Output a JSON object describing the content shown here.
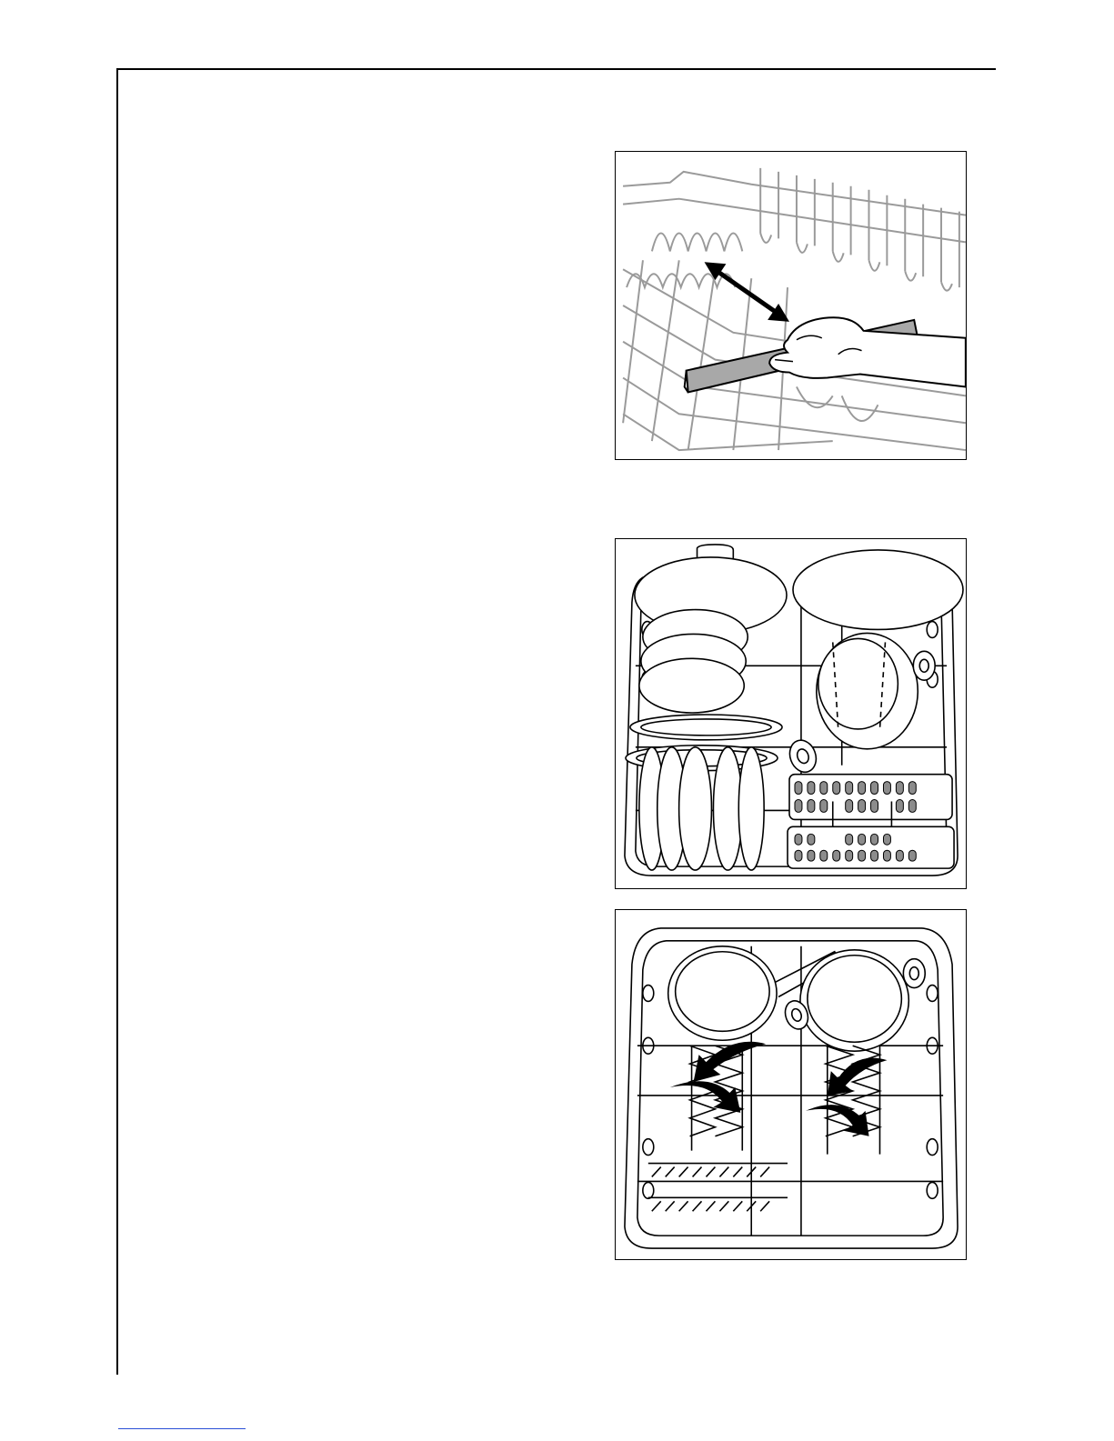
{
  "page": {
    "colors": {
      "line": "#000000",
      "rack_gray": "#9a9a9a",
      "handle_fill": "#a8a8a8",
      "cutlery_fill": "#8c8c8c",
      "footer_link": "#2a4fd6"
    }
  },
  "figures": [
    {
      "id": "upper-basket-height-adjust",
      "icon": "rack-handle-arrow-illustration"
    },
    {
      "id": "upper-basket-loading",
      "icon": "plates-pot-cutlery-illustration"
    },
    {
      "id": "lower-basket-folding-racks",
      "icon": "pots-fold-arrows-illustration"
    }
  ]
}
